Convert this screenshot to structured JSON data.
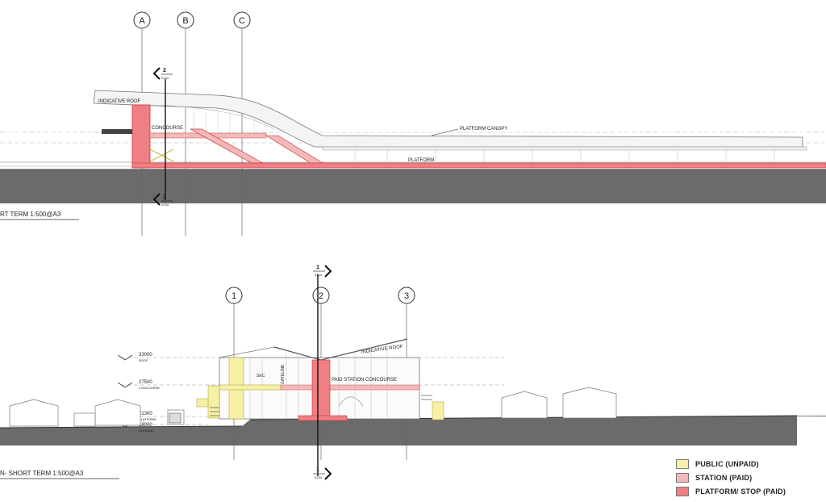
{
  "section_top": {
    "grid_markers": [
      "A",
      "B",
      "C"
    ],
    "cut_marker": {
      "number": "2",
      "sheet": "0134"
    },
    "labels": {
      "roof": "INDICATIVE ROOF",
      "concourse": "CONCOURSE",
      "canopy": "PLATFORM CANOPY",
      "platform": "PLATFORM"
    },
    "caption": "RT TERM 1:500@A3"
  },
  "section_bottom": {
    "grid_markers": [
      "1",
      "2",
      "3"
    ],
    "cut_marker": {
      "number": "1",
      "sheet": "0134"
    },
    "labels": {
      "roof": "INDICATIVE ROOF",
      "concourse": "PAID STATION CONCOURSE",
      "gateline": "GATELINE",
      "sec": "SEC"
    },
    "levels": [
      {
        "value": "33000",
        "name": "ROOF"
      },
      {
        "value": "27500",
        "name": "CONCOURSE"
      },
      {
        "value": "21300",
        "name": "PLATFORM"
      },
      {
        "value": "18000",
        "name": "GROUND"
      }
    ],
    "caption": "N- SHORT TERM 1:500@A3"
  },
  "legend": {
    "items": [
      {
        "label": "PUBLIC (UNPAID)",
        "color": "#f6f0a6"
      },
      {
        "label": "STATION (PAID)",
        "color": "#f3b8b8"
      },
      {
        "label": "PLATFORM/ STOP (PAID)",
        "color": "#ee7f84"
      }
    ]
  }
}
